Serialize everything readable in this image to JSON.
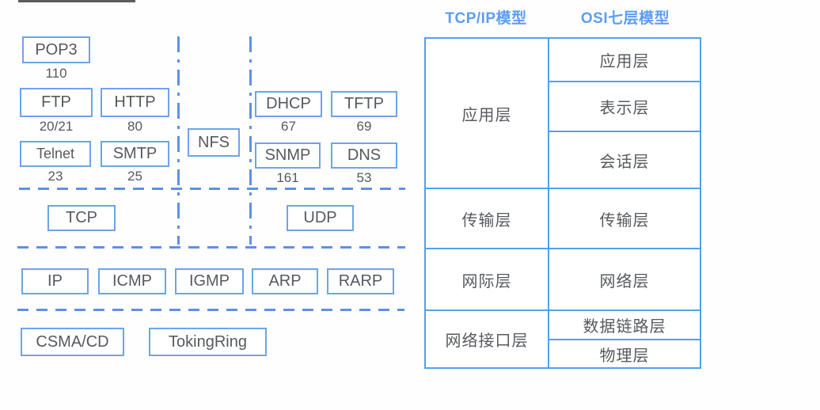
{
  "colors": {
    "box_border": "#6fa3e8",
    "dash_line": "#6090e2",
    "table_border": "#55a0e8",
    "text": "#55595f",
    "header_text": "#5c9df6",
    "top_partial_line": "#404040"
  },
  "diagram": {
    "boxes": {
      "pop3": {
        "label": "POP3",
        "port": "110"
      },
      "ftp": {
        "label": "FTP",
        "port": "20/21"
      },
      "http": {
        "label": "HTTP",
        "port": "80"
      },
      "telnet": {
        "label": "Telnet",
        "port": "23"
      },
      "smtp": {
        "label": "SMTP",
        "port": "25"
      },
      "nfs": {
        "label": "NFS"
      },
      "dhcp": {
        "label": "DHCP",
        "port": "67"
      },
      "tftp": {
        "label": "TFTP",
        "port": "69"
      },
      "snmp": {
        "label": "SNMP",
        "port": "161"
      },
      "dns": {
        "label": "DNS",
        "port": "53"
      },
      "tcp": {
        "label": "TCP"
      },
      "udp": {
        "label": "UDP"
      },
      "ip": {
        "label": "IP"
      },
      "icmp": {
        "label": "ICMP"
      },
      "igmp": {
        "label": "IGMP"
      },
      "arp": {
        "label": "ARP"
      },
      "rarp": {
        "label": "RARP"
      },
      "csmacd": {
        "label": "CSMA/CD"
      },
      "tokingring": {
        "label": "TokingRing"
      }
    }
  },
  "table": {
    "headers": {
      "tcpip": "TCP/IP模型",
      "osi": "OSI七层模型"
    },
    "tcpip_layers": [
      "应用层",
      "传输层",
      "网际层",
      "网络接口层"
    ],
    "osi_layers": [
      "应用层",
      "表示层",
      "会话层",
      "传输层",
      "网络层",
      "数据链路层",
      "物理层"
    ]
  }
}
